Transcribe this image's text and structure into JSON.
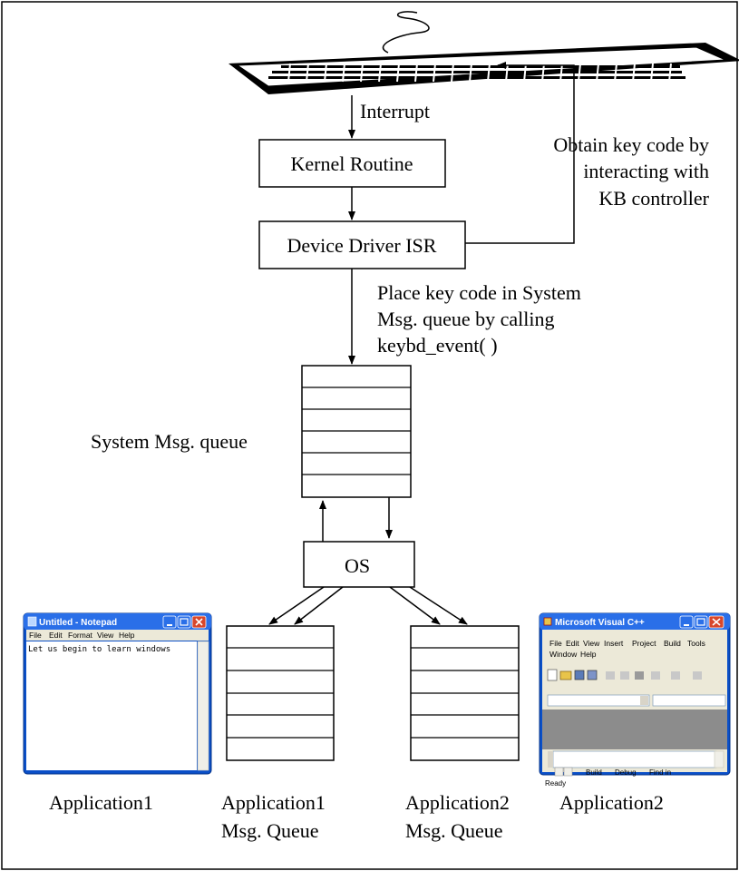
{
  "labels": {
    "interrupt": "Interrupt",
    "kernel_routine": "Kernel Routine",
    "device_driver_isr": "Device Driver ISR",
    "obtain_line1": "Obtain key code by",
    "obtain_line2": "interacting with",
    "obtain_line3": "KB controller",
    "place_line1": "Place key code in System",
    "place_line2": "Msg. queue by calling",
    "place_line3": "keybd_event( )",
    "system_queue": "System Msg. queue",
    "os": "OS",
    "app1": "Application1",
    "app1_queue_line1": "Application1",
    "app1_queue_line2": "Msg. Queue",
    "app2_queue_line1": "Application2",
    "app2_queue_line2": "Msg. Queue",
    "app2": "Application2"
  },
  "notepad": {
    "title": "Untitled - Notepad",
    "menu": [
      "File",
      "Edit",
      "Format",
      "View",
      "Help"
    ],
    "text": "Let us begin to learn windows"
  },
  "vcpp": {
    "title": "Microsoft Visual C++",
    "menu_row1": [
      "File",
      "Edit",
      "View",
      "Insert",
      "Project",
      "Build",
      "Tools"
    ],
    "menu_row2": [
      "Window",
      "Help"
    ],
    "tabs": [
      "Build",
      "Debug",
      "Find in"
    ],
    "status": "Ready"
  },
  "colors": {
    "xp_title": "#0a5fd8",
    "xp_close": "#d8472b",
    "vc_gray": "#8c8c8c"
  }
}
